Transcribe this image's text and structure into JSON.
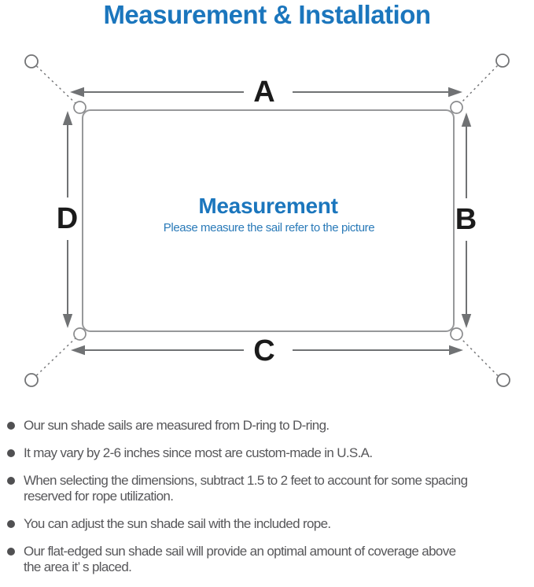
{
  "title": "Measurement & Installation",
  "diagram": {
    "side_a": "A",
    "side_b": "B",
    "side_c": "C",
    "side_d": "D",
    "center_title": "Measurement",
    "center_subtitle": "Please measure the sail refer to the picture"
  },
  "bullets": [
    "Our sun shade sails are measured from D-ring to D-ring.",
    "It may vary by 2-6 inches since most are custom-made in U.S.A.",
    "When selecting the dimensions, subtract 1.5 to 2 feet to account for some spacing\nreserved for rope utilization.",
    "You can adjust the sun shade sail with the included rope.",
    "Our flat-edged sun shade sail will provide an optimal amount of coverage above\nthe area it’ s placed."
  ],
  "colors": {
    "accent_blue": "#1b76bd",
    "subtitle_blue": "#2a7ab8",
    "line_gray": "#707274",
    "text_gray": "#57575a"
  }
}
